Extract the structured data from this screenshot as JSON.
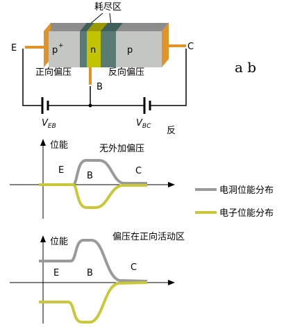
{
  "device": {
    "depletion_label": "耗尽区",
    "regions": {
      "p_plus": "p",
      "p_plus_sup": "+",
      "n": "n",
      "p": "p"
    },
    "terminals": {
      "emitter": "E",
      "base": "B",
      "collector": "C"
    },
    "forward_bias": "正向偏压",
    "reverse_bias": "反向偏压",
    "vbe": {
      "main": "V",
      "sub": "EB"
    },
    "vbc": {
      "main": "V",
      "sub": "BC"
    },
    "reverse_mark": "反",
    "ab_text": "a b",
    "colors": {
      "outer": "#e09428",
      "region_grey": "#c4c6c4",
      "n_region": "#c3c400",
      "depletion": "#5a7a75",
      "wire": "#000000"
    }
  },
  "top_chart": {
    "axis_label": "位能",
    "title": "无外加偏压",
    "regions": [
      "E",
      "B",
      "C"
    ]
  },
  "bottom_chart": {
    "axis_label": "位能",
    "title": "偏压在正向活动区",
    "regions": [
      "E",
      "B",
      "C"
    ]
  },
  "legend": {
    "hole": {
      "label": "电洞位能分布",
      "color": "#9a9a9a"
    },
    "electron": {
      "label": "电子位能分布",
      "color": "#c8c83a"
    }
  }
}
